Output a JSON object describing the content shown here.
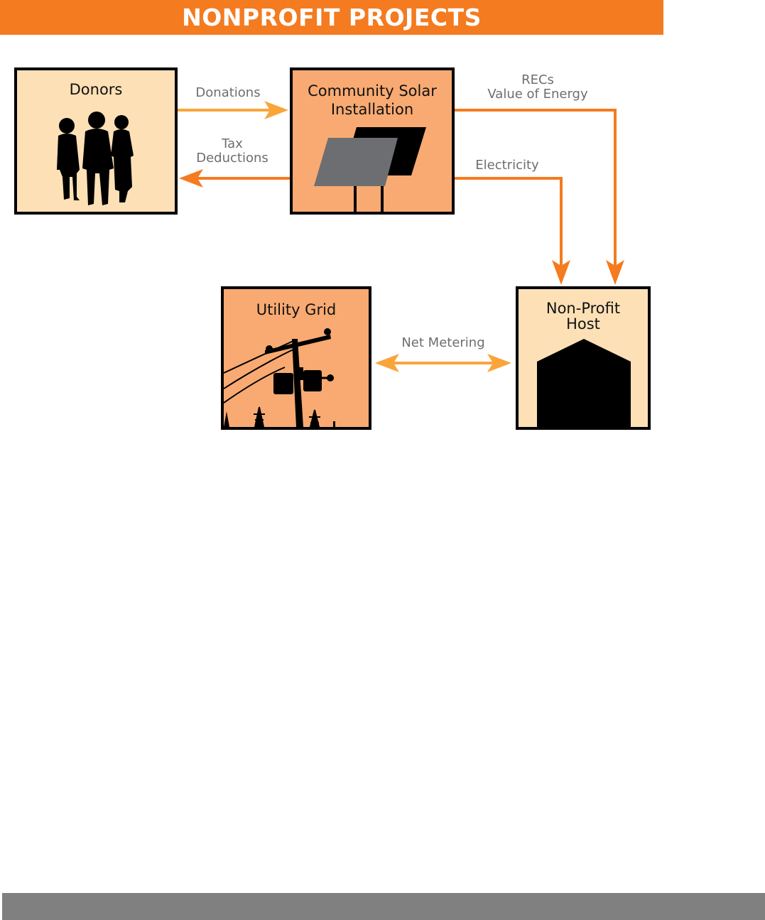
{
  "header": {
    "title": "NONPROFIT PROJECTS"
  },
  "colors": {
    "banner": "#f47b20",
    "arrow_dark": "#f47b20",
    "arrow_light": "#f9a53a",
    "box_light": "#fde0b6",
    "box_dark": "#f8aa72",
    "label_gray": "#6d6e71",
    "footer": "#808080"
  },
  "nodes": {
    "donors": {
      "title": "Donors",
      "icon": "people-silhouette-icon"
    },
    "solar": {
      "title": "Community Solar\nInstallation",
      "icon": "solar-panel-icon"
    },
    "grid": {
      "title": "Utility Grid",
      "icon": "utility-pole-icon"
    },
    "host": {
      "title": "Non-Profit\nHost",
      "icon": "building-silhouette-icon"
    }
  },
  "flows": {
    "donations": "Donations",
    "tax_deductions": "Tax\nDeductions",
    "recs": "RECs\nValue of Energy",
    "electricity": "Electricity",
    "net_metering": "Net Metering"
  }
}
